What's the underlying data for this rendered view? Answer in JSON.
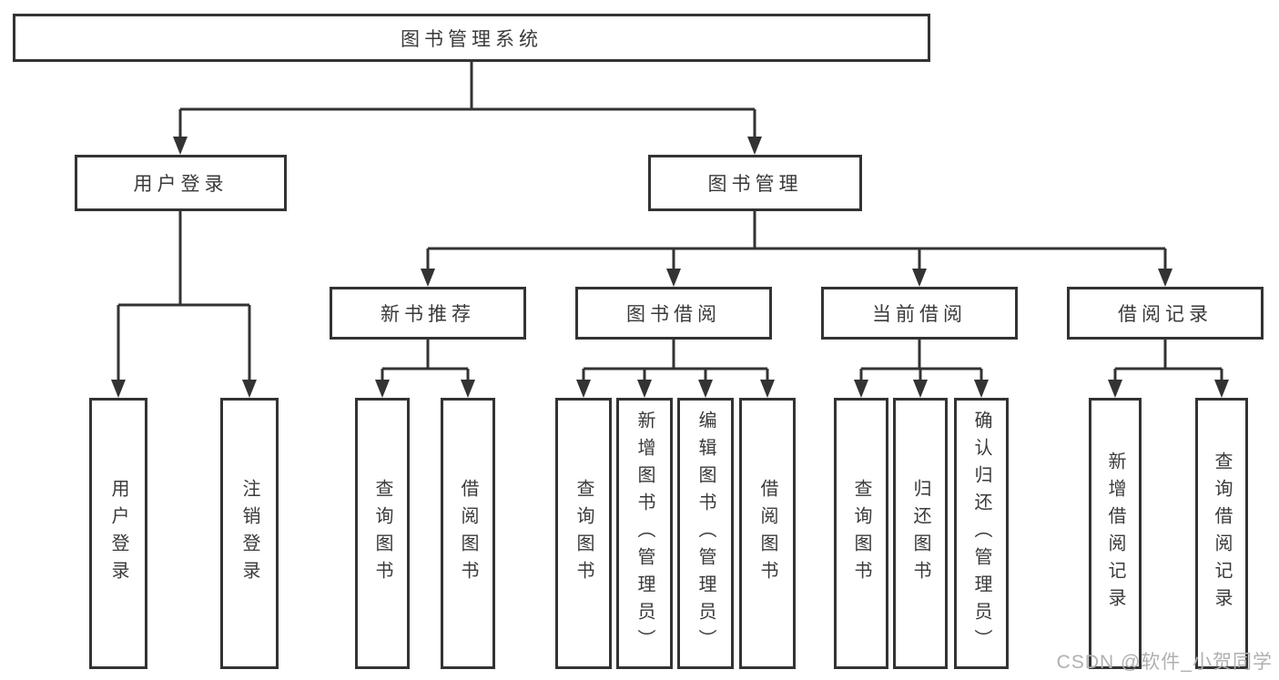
{
  "diagram": {
    "title": "图书管理系统",
    "type": "hierarchy-tree",
    "colors": {
      "line": "#333333",
      "text": "#3a3a3a",
      "background": "#ffffff",
      "watermark": "#b0b0b0"
    },
    "root": "图书管理系统",
    "level2": {
      "user_login": "用户登录",
      "book_management": "图书管理"
    },
    "level3": {
      "new_book_recommend": "新书推荐",
      "book_borrow": "图书借阅",
      "current_borrow": "当前借阅",
      "borrow_records": "借阅记录"
    },
    "leaves": {
      "user_login": "用户登录",
      "logout": "注销登录",
      "query_books_rec": "查询图书",
      "borrow_books_rec": "借阅图书",
      "query_books_borrow": "查询图书",
      "add_books_admin": "新增图书（管理员）",
      "edit_books_admin": "编辑图书（管理员）",
      "borrow_books_borrow": "借阅图书",
      "query_books_current": "查询图书",
      "return_books": "归还图书",
      "confirm_return_admin": "确认归还（管理员）",
      "add_borrow_record": "新增借阅记录",
      "query_borrow_record": "查询借阅记录"
    },
    "hierarchy": [
      {
        "parent": "图书管理系统",
        "children": [
          "用户登录",
          "图书管理"
        ]
      },
      {
        "parent": "用户登录",
        "children": [
          "用户登录",
          "注销登录"
        ]
      },
      {
        "parent": "图书管理",
        "children": [
          "新书推荐",
          "图书借阅",
          "当前借阅",
          "借阅记录"
        ]
      },
      {
        "parent": "新书推荐",
        "children": [
          "查询图书",
          "借阅图书"
        ]
      },
      {
        "parent": "图书借阅",
        "children": [
          "查询图书",
          "新增图书（管理员）",
          "编辑图书（管理员）",
          "借阅图书"
        ]
      },
      {
        "parent": "当前借阅",
        "children": [
          "查询图书",
          "归还图书",
          "确认归还（管理员）"
        ]
      },
      {
        "parent": "借阅记录",
        "children": [
          "新增借阅记录",
          "查询借阅记录"
        ]
      }
    ],
    "watermark": "CSDN @软件_小贺同学"
  }
}
